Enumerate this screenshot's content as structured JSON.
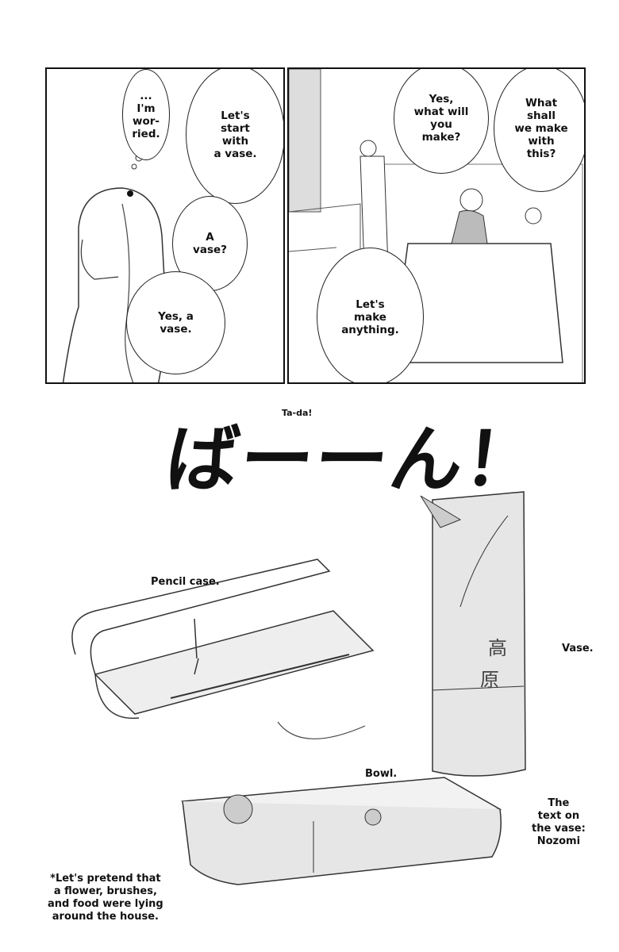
{
  "panel_left": {
    "bubbles": [
      "...\nI'm\nwor-\nried.",
      "Let's\nstart\nwith\na vase.",
      "A\nvase?",
      "Yes, a\nvase."
    ]
  },
  "panel_right": {
    "bubbles": [
      "Yes,\nwhat will\nyou\nmake?",
      "What\nshall\nwe make\nwith\nthis?",
      "Let's\nmake\nanything."
    ]
  },
  "sfx": {
    "japanese": "ばーーん！",
    "translation": "Ta-da!"
  },
  "labels": {
    "pencil_case": "Pencil case.",
    "vase": "Vase.",
    "bowl": "Bowl.",
    "vase_text_note": "The\ntext on\nthe vase:\nNozomi",
    "footnote": "*Let's pretend that\na flower, brushes,\nand food were lying\naround the house."
  }
}
